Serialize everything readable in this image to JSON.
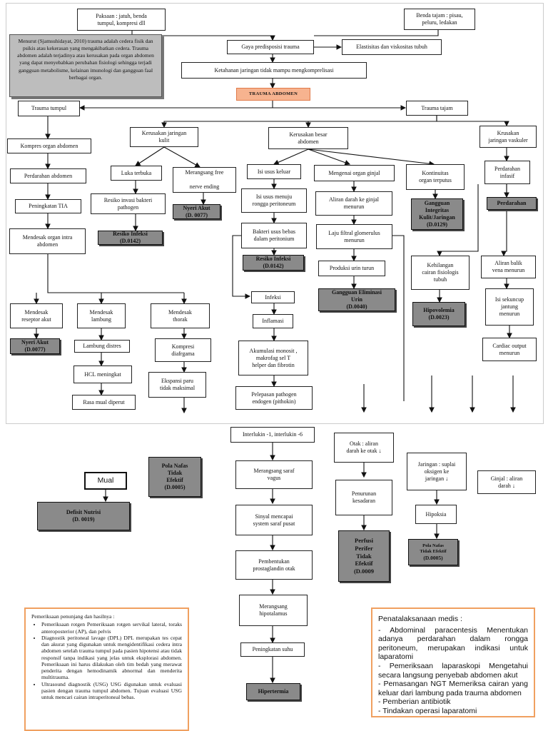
{
  "nodes": {
    "paksaan": "Paksaan : jatuh, benda\ntumpul, kompresi dll",
    "benda_tajam": "Benda tajam : pisau,\npeluru, ledakan",
    "gaya": "Gaya predisposisi trauma",
    "elastisitas": "Elastisitas dan viskositas tubuh",
    "ketahanan": "Ketahanan jaringan tidak mampu mengkomprelisasi",
    "trauma_abdomen": "TRAUMA ABDOMEN",
    "trauma_tumpul": "Trauma tumpul",
    "trauma_tajam": "Trauma tajam",
    "kompres": "Kompres organ abdomen",
    "perdarahan_abd": "Perdarahan abdomen",
    "peningkatan_tia": "Peningkatan TIA",
    "mendesak_intra": "Mendesak organ intra\nabdomen",
    "kerusakan_kulit": "Kerusakan jaringan\nkulit",
    "luka_terbuka": "Luka terbuka",
    "merangsang_free": "Merangsang free\n\nnerve ending",
    "resiko_invasi": "Resiko invasi bakteri\npathogen",
    "kerusakan_besar": "Kerusakan besar\nabdomen",
    "isi_usus": "Isi usus keluar",
    "isi_usus_menuju": "Isi usus menuju\nrongga peritoneum",
    "bakteri": "Bakteri usus bebas\ndalam peritonium",
    "mengenai_ginjal": "Mengenai organ ginjal",
    "aliran_darah": "Aliran darah ke ginjal\nmenurun",
    "laju_filtral": "Laju filtral glomerulus\nmenurun",
    "produksi_urin": "Produksi urin turun",
    "kontinuitas": "Kontinuitas\norgan terputus",
    "krusakan_vaskuler": "Krusakan\njaringan vaskuler",
    "perdarahan_infasif": "Perdarahan\ninfasif",
    "kehilangan": "Kehilangan\ncairan fisiologis\ntubuh",
    "aliran_balik": "Aliran balik\nvena menurun",
    "isi_sekuncup": "Isi sekuncup\njantung\nmenurun",
    "cardiac": "Cardiac output\nmenurun",
    "mendesak_reseptor": "Mendesak\nreseptor akut",
    "mendesak_lambung": "Mendesak\nlambung",
    "mendesak_thorak": "Mendesak\nthorak",
    "lambung_distres": "Lambung distres",
    "hcl": "HCL meningkat",
    "rasa_mual": "Rasa mual diperut",
    "kompresi_diafragma": "Kompresi\ndiafrgama",
    "ekspansi_paru": "Ekspansi paru\ntidak maksimal",
    "infeksi": "Infeksi",
    "inflamasi": "Inflamasi",
    "akumulasi": "Akumulasi monosit ,\nmakrofag sel T\nhelper dan fibrotin",
    "pelepasan": "Pelepasan pathogen\nendogen (pithokin)",
    "interlukin": "Interlukin -1, interlukin -6",
    "merangsang_saraf": "Merangsang saraf\nvagus",
    "sinyal": "Sinyal mencapai\nsystem saraf pusat",
    "pembentukan": "Pembentukan\nprostaglandin otak",
    "merangsang_hipo": "Merangsang\nhipotalamus",
    "peningkatan_suhu": "Peningkatan suhu",
    "mual": "Mual",
    "otak": "Otak : aliran\ndarah ke otak ↓",
    "penurunan_kesadaran": "Penurunan\nkesadaran",
    "jaringan_suplai": "Jaringan : suplai\noksigen ke\njaringan ↓",
    "hipoksia": "Hipoksia",
    "ginjal_aliran": "Ginjal : aliran\ndarah ↓"
  },
  "diagnoses": {
    "nyeri_akut_1": {
      "label": "Nyeri Akut",
      "code": "(D. 0077)"
    },
    "resiko_infeksi_1": {
      "label": "Resiko Infeksi",
      "code": "(D.0142)"
    },
    "resiko_infeksi_2": {
      "label": "Resiko Infeksi",
      "code": "(D.0142)"
    },
    "gangguan_eliminasi": {
      "label": "Gangguan   Eliminasi\nUrin",
      "code": "(D.0040)"
    },
    "gangguan_integritas": {
      "label": "Gangguan\nIntegritas\nKulit/Jaringan",
      "code": "(D.0129)"
    },
    "perdarahan": {
      "label": "Perdarahan",
      "code": ""
    },
    "hipovolemia": {
      "label": "Hipovolemia",
      "code": "(D.0023)"
    },
    "nyeri_akut_2": {
      "label": "Nyeri Akut",
      "code": "(D.0077)"
    },
    "pola_nafas_1": {
      "label": "Pola Nafas\nTidak\nEfektif",
      "code": "(D.0005)"
    },
    "defisit_nutrisi": {
      "label": "Defisit Nutrisi",
      "code": "(D. 0019)"
    },
    "perfusi": {
      "label": "Perfusi\nPerifer\nTidak\nEfektif",
      "code": "(D.0009"
    },
    "pola_nafas_2": {
      "label": "Pola Nafas\nTidak Efektif",
      "code": "(D.0005)"
    },
    "hipertermia": {
      "label": "Hipertermia",
      "code": ""
    }
  },
  "note": "Menurut (Sjamsuhidayat, 2010) trauma adalah cedera fisik dan psikis atau kekerasan yang mengakibatkan cedera. Trauma abdomen adalah terjadinya atau kerusakan pada organ abdomen yang dapat menyebabkan perubahan fisiologi sehingga terjadi gangguan metabolisme, kelainan imunologi dan gangguan faal berbagai organ.",
  "pemeriksaan": {
    "title": "Pemeriksaan penunjang dan hasilnya :",
    "items": [
      "Pemeriksaan rotgen Pemeriksaan rotgen servikal lateral, toraks anteroposterior (AP), dan pelvis",
      "Diagnostik peritoneal lavage (DPL) DPL merupakan tes cepat dan akurat yang digunakan untuk mengidentifikasi cedera intra abdomen setelah trauma tumpul pada pasien hipotensi atau tidak responsif tanpa indikasi yang jelas untuk eksplorasi abdomen. Pemeriksaan ini harus dilakukan oleh tim bedah yang merawat penderita dengan hemodinamik abnormal dan menderita multitrauma.",
      "Ultrasound diagnostik (USG) USG digunakan untuk evaluasi pasien dengan trauma tumpul abdomen. Tujuan evaluasi USG untuk mencari cairan intraperitoneal bebas."
    ]
  },
  "penatalaksanaan": {
    "title": "Penatalaksanaan medis :",
    "items": [
      "- Abdominal paracentesis Menentukan adanya perdarahan dalam rongga peritoneum, merupakan indikasi untuk laparatomi",
      "- Pemeriksaan laparaskopi Mengetahui secara langsung penyebab abdomen akut",
      "- Pemasangan NGT Memeriksa cairan yang keluar dari lambung pada trauma abdomen",
      "- Pemberian antibiotik",
      "- Tindakan operasi laparatomi"
    ]
  },
  "colors": {
    "diagnosis_fill": "#8a8a8a",
    "trauma_fill": "#f7b38f",
    "panel_border": "#f0a060"
  }
}
